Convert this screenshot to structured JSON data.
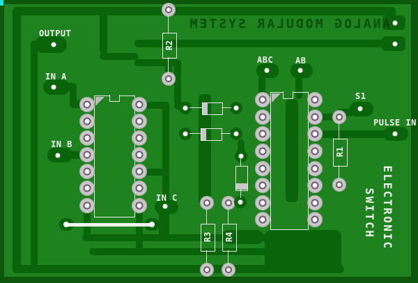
{
  "board": {
    "etched_title": "ANALOG MODULAR SYSTEM",
    "side_title": {
      "line1": "ELECTRONIC",
      "line2": "SWITCH"
    },
    "colors": {
      "substrate": "#1e821e",
      "copper_trace": "#0a640a",
      "board_edge": "#0d570d",
      "etched_text": "#0b520b",
      "pad_silver": "#c8c8c8",
      "drill_hole": "#ffffff",
      "silkscreen": "#f0f0f0",
      "canvas_corner": "#1ae4e4"
    }
  },
  "connector_labels": {
    "output": "OUTPUT",
    "in_a": "IN A",
    "in_b": "IN B",
    "in_c": "IN C",
    "abc": "ABC",
    "ab": "AB",
    "s1": "S1",
    "pulse_in": "PULSE IN"
  },
  "component_labels": {
    "r1": "R1",
    "r2": "R2",
    "r3": "R3",
    "r4": "R4"
  }
}
